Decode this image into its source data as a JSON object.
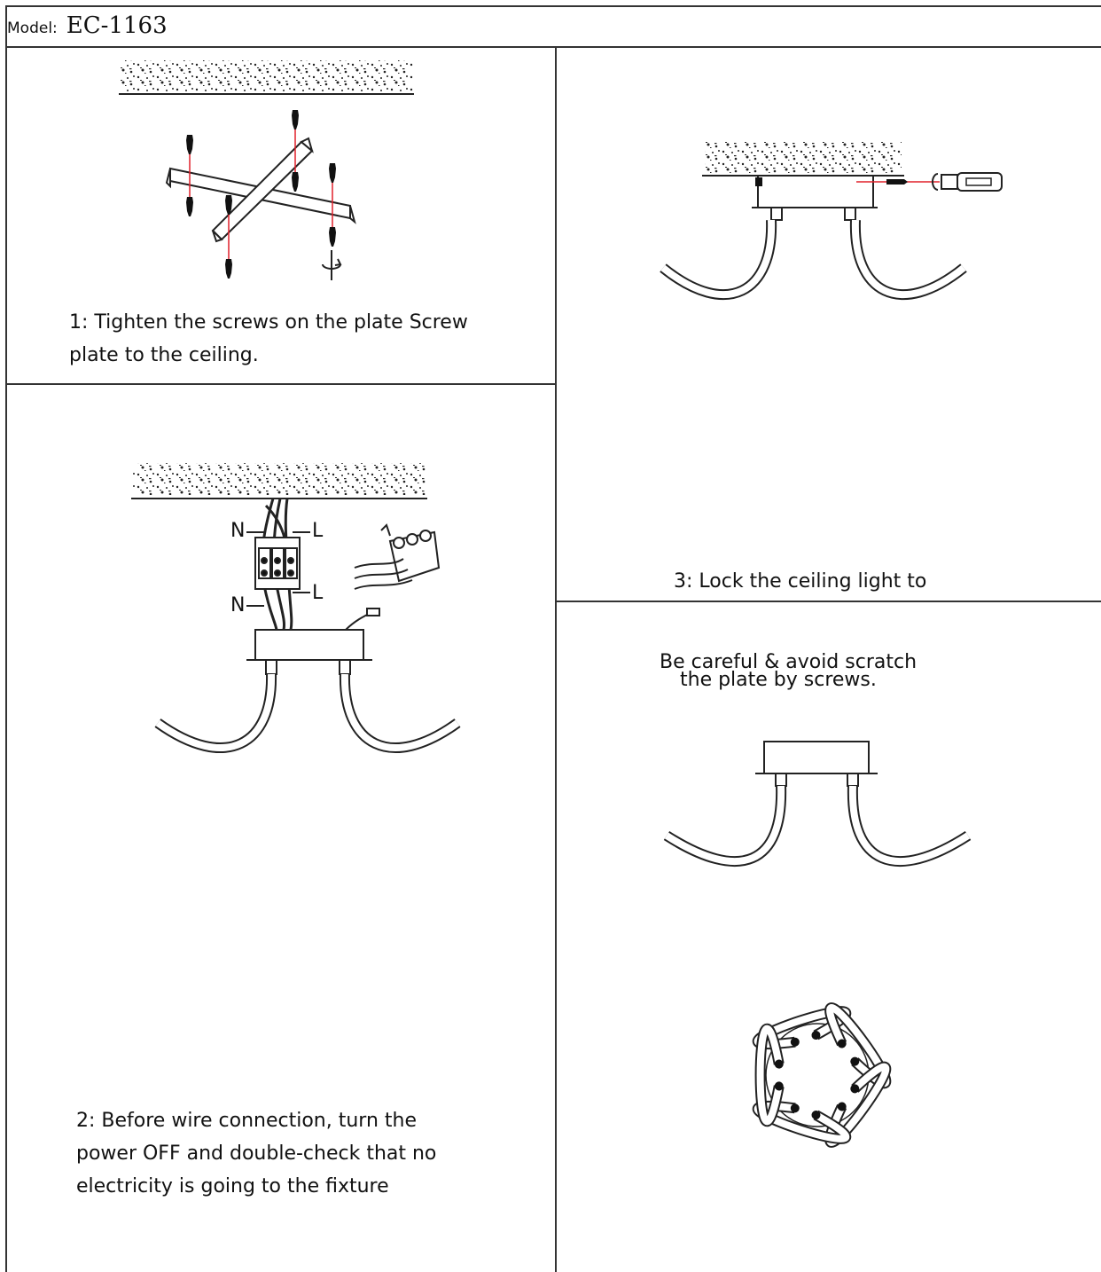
{
  "header": {
    "model_label": "Model:",
    "model_value": "EC-1163"
  },
  "steps": [
    {
      "lines": [
        "1: Tighten the screws on the plate Screw",
        "plate to the  ceiling."
      ]
    },
    {
      "lines": [
        "2: Before wire connection, turn the",
        "power OFF and double-check that no",
        "electricity is going to the fixture"
      ]
    },
    {
      "lines": [
        "3: Lock the ceiling light to",
        " the plate by screws."
      ]
    }
  ],
  "note": "Be careful & avoid scratch",
  "wiring_labels": {
    "n_top": "N",
    "l_top": "L",
    "n_bottom": "N",
    "l_bottom": "L"
  },
  "colors": {
    "line": "#222222",
    "screw_axis": "#e0202a"
  }
}
